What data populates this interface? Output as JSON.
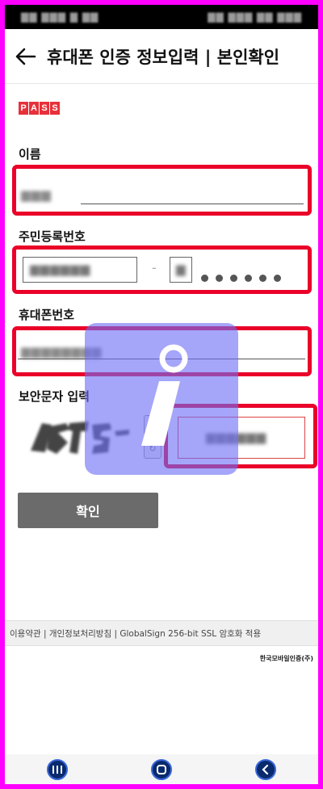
{
  "header": {
    "back_icon": "arrow-left-icon",
    "title": "휴대폰 인증 정보입력 | 본인확인"
  },
  "brand": {
    "logo_letters": [
      "P",
      "A",
      "S",
      "S"
    ],
    "logo_color": "#e8303a"
  },
  "form": {
    "name_label": "이름",
    "rrn_label": "주민등록번호",
    "rrn_separator": "-",
    "phone_label": "휴대폰번호",
    "captcha_label": "보안문자 입력"
  },
  "confirm_button": "확인",
  "footer": {
    "links_text": "이용약관 | 개인정보처리방침 | GlobalSign 256-bit SSL 암호화 적용",
    "company": "한국모바일인증(주)"
  },
  "colors": {
    "highlight": "#ea0029",
    "frame": "#ff00ff",
    "overlay": "#6e6ef5",
    "button": "#6b6b6b"
  }
}
